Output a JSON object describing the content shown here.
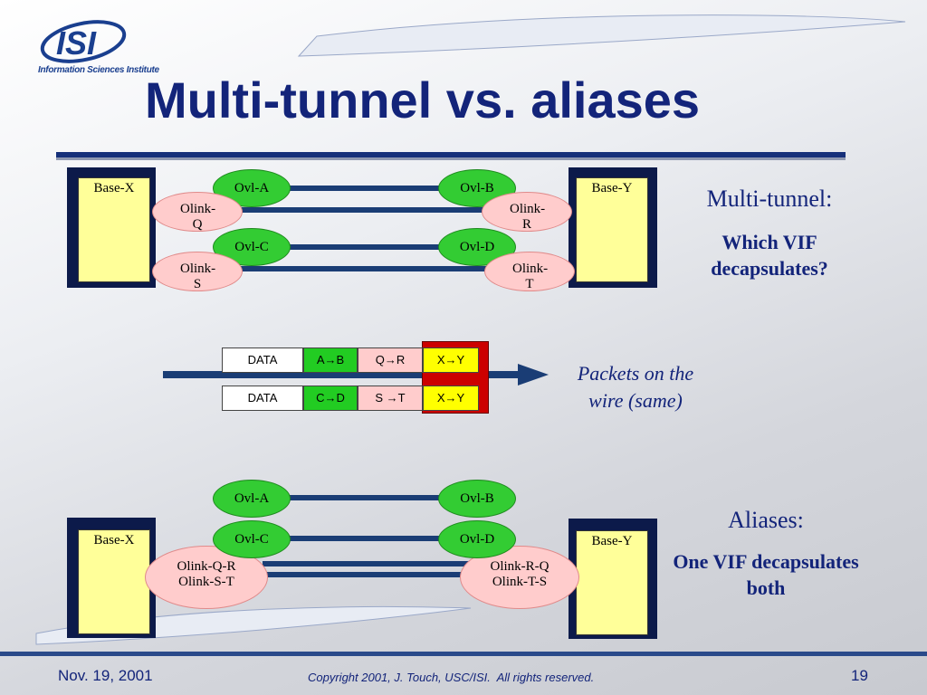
{
  "logo": {
    "mark": "ISI",
    "subtitle": "Information Sciences Institute"
  },
  "title": "Multi-tunnel vs. aliases",
  "top_diagram": {
    "base_left": "Base-X",
    "base_right": "Base-Y",
    "ovl_a": "Ovl-A",
    "ovl_b": "Ovl-B",
    "ovl_c": "Ovl-C",
    "ovl_d": "Ovl-D",
    "olink_q": "Olink-Q",
    "olink_r": "Olink-R",
    "olink_s": "Olink-S",
    "olink_t": "Olink-T"
  },
  "multi_tunnel": {
    "heading": "Multi-tunnel:",
    "text": "Which VIF decapsulates?"
  },
  "packets": {
    "row1": [
      "DATA",
      "A→B",
      "Q→R",
      "X→Y"
    ],
    "row2": [
      "DATA",
      "C→D",
      "S →T",
      "X→Y"
    ],
    "label": "Packets on the wire (same)"
  },
  "bottom_diagram": {
    "base_left": "Base-X",
    "base_right": "Base-Y",
    "ovl_a": "Ovl-A",
    "ovl_b": "Ovl-B",
    "ovl_c": "Ovl-C",
    "ovl_d": "Ovl-D",
    "olink_left": "Olink-Q-R Olink-S-T",
    "olink_right": "Olink-R-Q Olink-T-S"
  },
  "aliases": {
    "heading": "Aliases:",
    "text": "One VIF decapsulates both"
  },
  "footer": {
    "date": "Nov. 19, 2001",
    "copyright": "Copyright 2001, J. Touch, USC/ISI.  All rights reserved.",
    "page": "19"
  },
  "colors": {
    "title": "#13247a",
    "wire": "#1a3d75",
    "base": "#ffff99",
    "ovl": "#33cc33",
    "olink": "#ffcccc",
    "header_red": "#cc0000"
  }
}
